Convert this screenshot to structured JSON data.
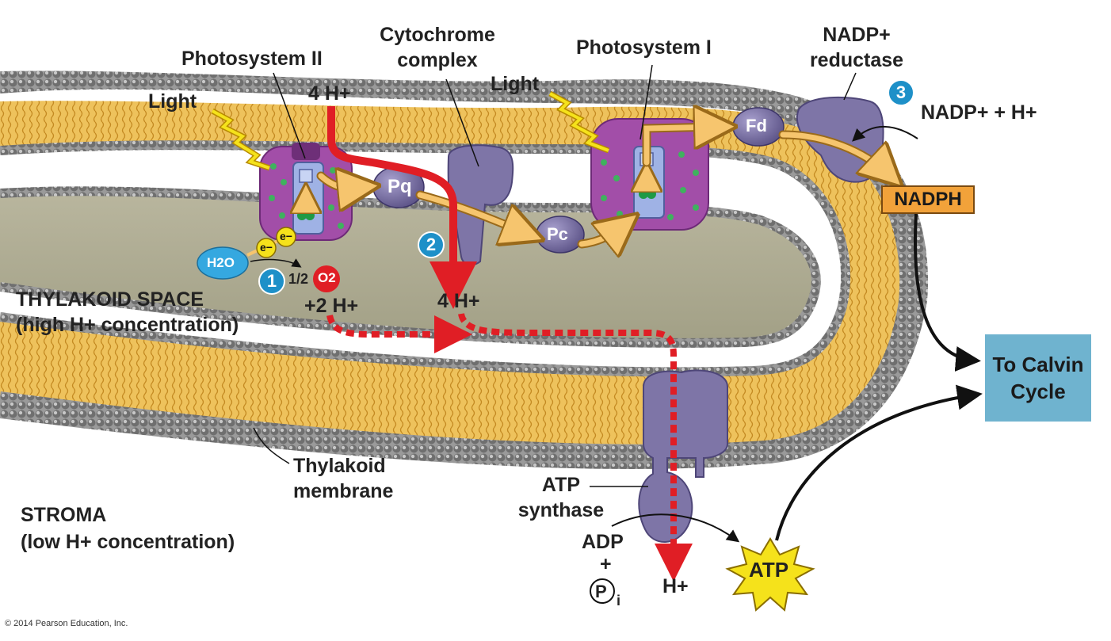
{
  "labels": {
    "photosystem2": "Photosystem II",
    "cytochrome": "Cytochrome complex",
    "photosystem1": "Photosystem I",
    "nadp_reductase": "NADP+ reductase",
    "light_left": "Light",
    "light_right": "Light",
    "h_top": "4 H+",
    "pq": "Pq",
    "pc": "Pc",
    "fd": "Fd",
    "nadp_plus_h": "NADP+ + H+",
    "nadph": "NADPH",
    "h2o": "H2O",
    "electron": "e−",
    "half": "1/2",
    "o2": "O2",
    "plus_2h": "+2 H+",
    "h_mid": "4 H+",
    "thylakoid_space_line1": "THYLAKOID SPACE",
    "thylakoid_space_line2": "(high H+ concentration)",
    "thylakoid_membrane": "Thylakoid membrane",
    "stroma_line1": "STROMA",
    "stroma_line2": "(low H+ concentration)",
    "atp_synthase": "ATP synthase",
    "adp": "ADP",
    "plus": "+",
    "pi": "P",
    "pi_sub": "i",
    "h_bottom": "H+",
    "atp": "ATP",
    "to_calvin": "To Calvin Cycle",
    "copyright": "© 2014 Pearson Education, Inc."
  },
  "steps": [
    "1",
    "2",
    "3"
  ],
  "colors": {
    "membrane_fill": "#e9b94f",
    "bead": "#8e8e8e",
    "lumen": "#a9a58c",
    "protein": "#7e75a7",
    "photosystem": "#a24ea8",
    "h_arrow": "#e01e25",
    "electron_arrow": "#f6c56e",
    "badge": "#1e90c8",
    "calvin_box": "#6fb3cf",
    "nadph_box": "#f2a23a",
    "atp_star": "#f5e21b"
  }
}
